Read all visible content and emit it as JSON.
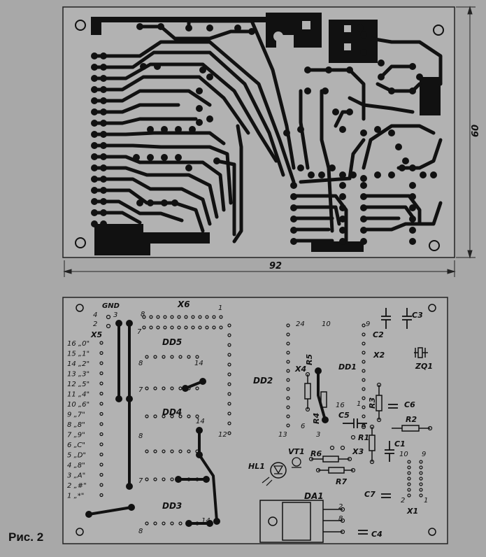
{
  "caption": "Рис. 2",
  "dimensions": {
    "width": "92",
    "height": "60"
  },
  "silkscreen": {
    "gnd": "GND",
    "x6": "X6",
    "x5": "X5",
    "x4": "X4",
    "x3": "X3",
    "x2": "X2",
    "x1": "X1",
    "dd1": "DD1",
    "dd2": "DD2",
    "dd3": "DD3",
    "dd4": "DD4",
    "dd5": "DD5",
    "da1": "DA1",
    "vt1": "VT1",
    "hl1": "HL1",
    "zq1": "ZQ1",
    "r1": "R1",
    "r2": "R2",
    "r3": "R3",
    "r4": "R4",
    "r5": "R5",
    "r6": "R6",
    "r7": "R7",
    "c1": "C1",
    "c2": "C2",
    "c3": "C3",
    "c4": "C4",
    "c5": "C5",
    "c6": "C6",
    "c7": "C7",
    "x5_pins": [
      "16 „0\"",
      "15 „1\"",
      "14 „2\"",
      "13 „3\"",
      "12 „5\"",
      "11 „4\"",
      "10 „6\"",
      "9 „7\"",
      "8 „8\"",
      "7 „9\"",
      "6 „C\"",
      "5 „D\"",
      "4 „8\"",
      "3 „A\"",
      "2 „#\"",
      "1 „*\""
    ],
    "n1": "1",
    "n2": "2",
    "n4": "4",
    "n7": "7",
    "n8": "8",
    "n9": "9",
    "n10": "10",
    "n12": "12",
    "n13": "13",
    "n14": "14",
    "n16": "16",
    "n24": "24",
    "n3": "3",
    "n6": "6"
  }
}
